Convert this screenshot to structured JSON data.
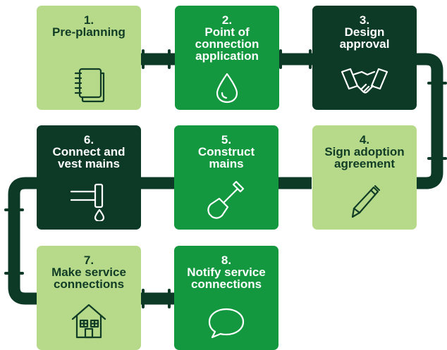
{
  "steps": [
    {
      "number": "1.",
      "label": "Pre-planning",
      "icon": "notebook-icon",
      "tone": "light"
    },
    {
      "number": "2.",
      "label": "Point of connection application",
      "icon": "water-drop-icon",
      "tone": "mid"
    },
    {
      "number": "3.",
      "label": "Design approval",
      "icon": "handshake-icon",
      "tone": "dark"
    },
    {
      "number": "4.",
      "label": "Sign adoption agreement",
      "icon": "pen-icon",
      "tone": "light"
    },
    {
      "number": "5.",
      "label": "Construct mains",
      "icon": "shovel-icon",
      "tone": "mid"
    },
    {
      "number": "6.",
      "label": "Connect and vest mains",
      "icon": "pipe-drip-icon",
      "tone": "dark"
    },
    {
      "number": "7.",
      "label": "Make service connections",
      "icon": "house-icon",
      "tone": "light"
    },
    {
      "number": "8.",
      "label": "Notify service connections",
      "icon": "speech-bubble-icon",
      "tone": "mid"
    }
  ],
  "colors": {
    "pipe": "#0d3a27",
    "light": "#b6d98a",
    "mid": "#14983f",
    "dark": "#0d3a27"
  }
}
